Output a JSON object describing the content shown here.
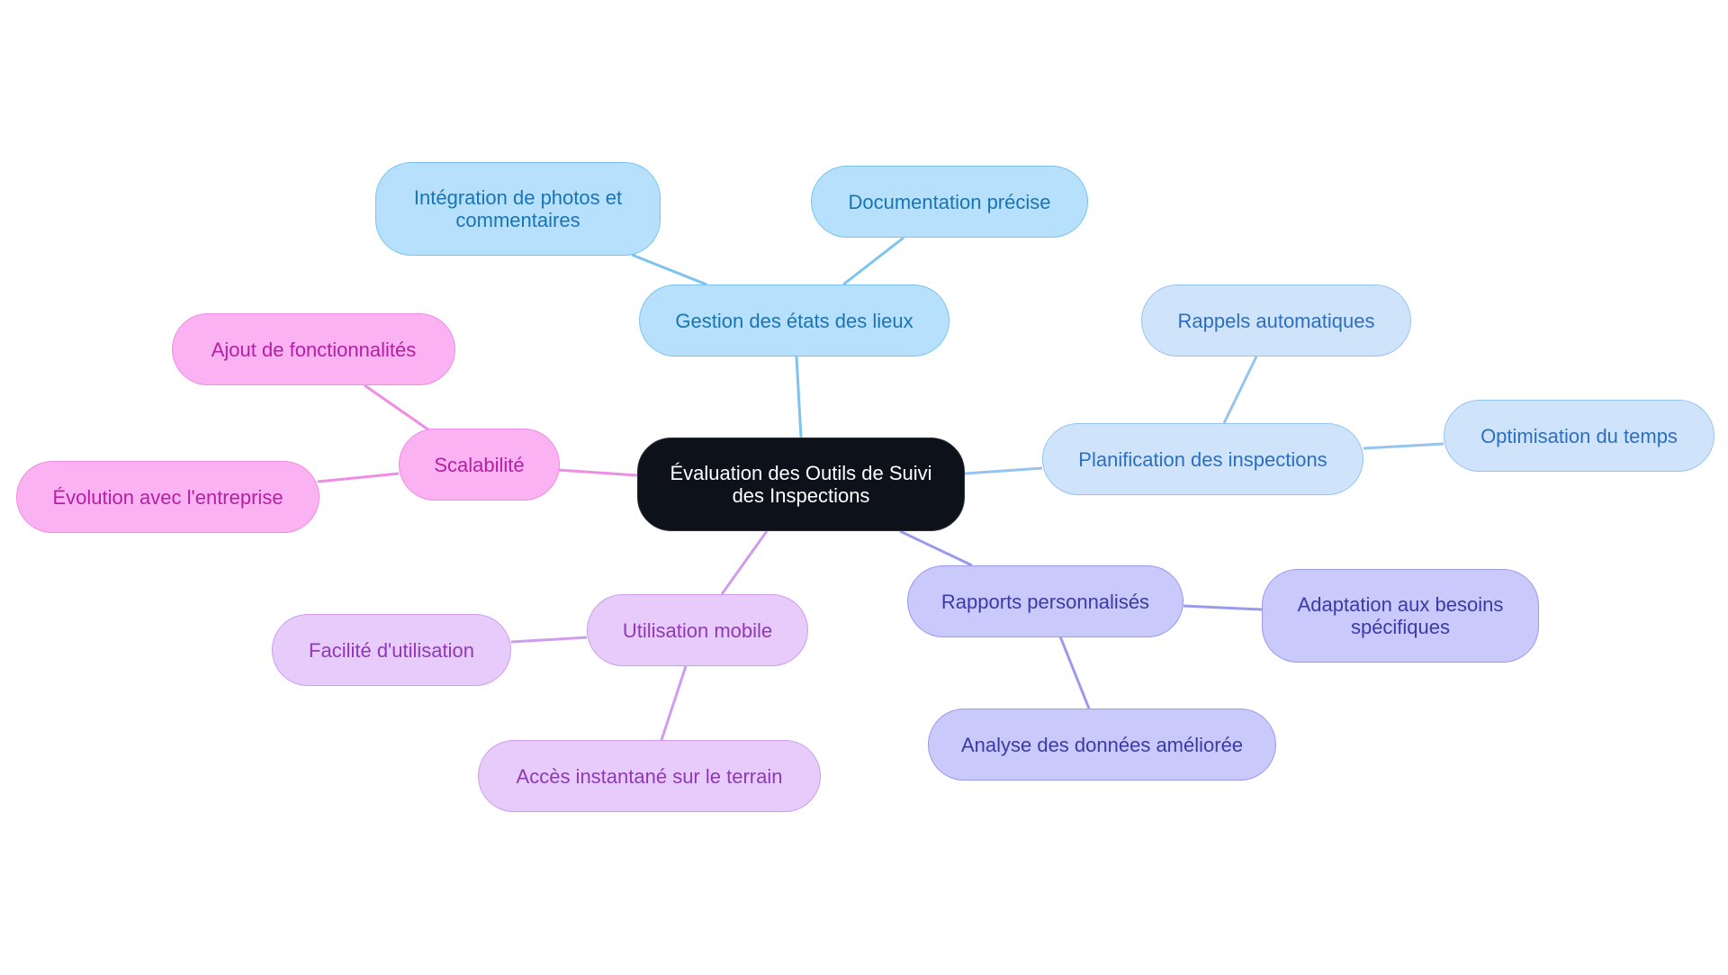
{
  "diagram": {
    "type": "mind-map",
    "root": {
      "label": "Évaluation des Outils de Suivi des Inspections"
    },
    "branches": [
      {
        "id": "etats",
        "label": "Gestion des états des lieux",
        "color": "#b6e0fc",
        "children": [
          {
            "label": "Intégration de photos et commentaires"
          },
          {
            "label": "Documentation précise"
          }
        ]
      },
      {
        "id": "planif",
        "label": "Planification des inspections",
        "color": "#cfe4fb",
        "children": [
          {
            "label": "Rappels automatiques"
          },
          {
            "label": "Optimisation du temps"
          }
        ]
      },
      {
        "id": "rapports",
        "label": "Rapports personnalisés",
        "color": "#c9c9fb",
        "children": [
          {
            "label": "Adaptation aux besoins spécifiques"
          },
          {
            "label": "Analyse des données améliorée"
          }
        ]
      },
      {
        "id": "mobile",
        "label": "Utilisation mobile",
        "color": "#e7cbfb",
        "children": [
          {
            "label": "Facilité d'utilisation"
          },
          {
            "label": "Accès instantané sur le terrain"
          }
        ]
      },
      {
        "id": "scala",
        "label": "Scalabilité",
        "color": "#fbb2f2",
        "children": [
          {
            "label": "Ajout de fonctionnalités"
          },
          {
            "label": "Évolution avec l'entreprise"
          }
        ]
      }
    ]
  }
}
